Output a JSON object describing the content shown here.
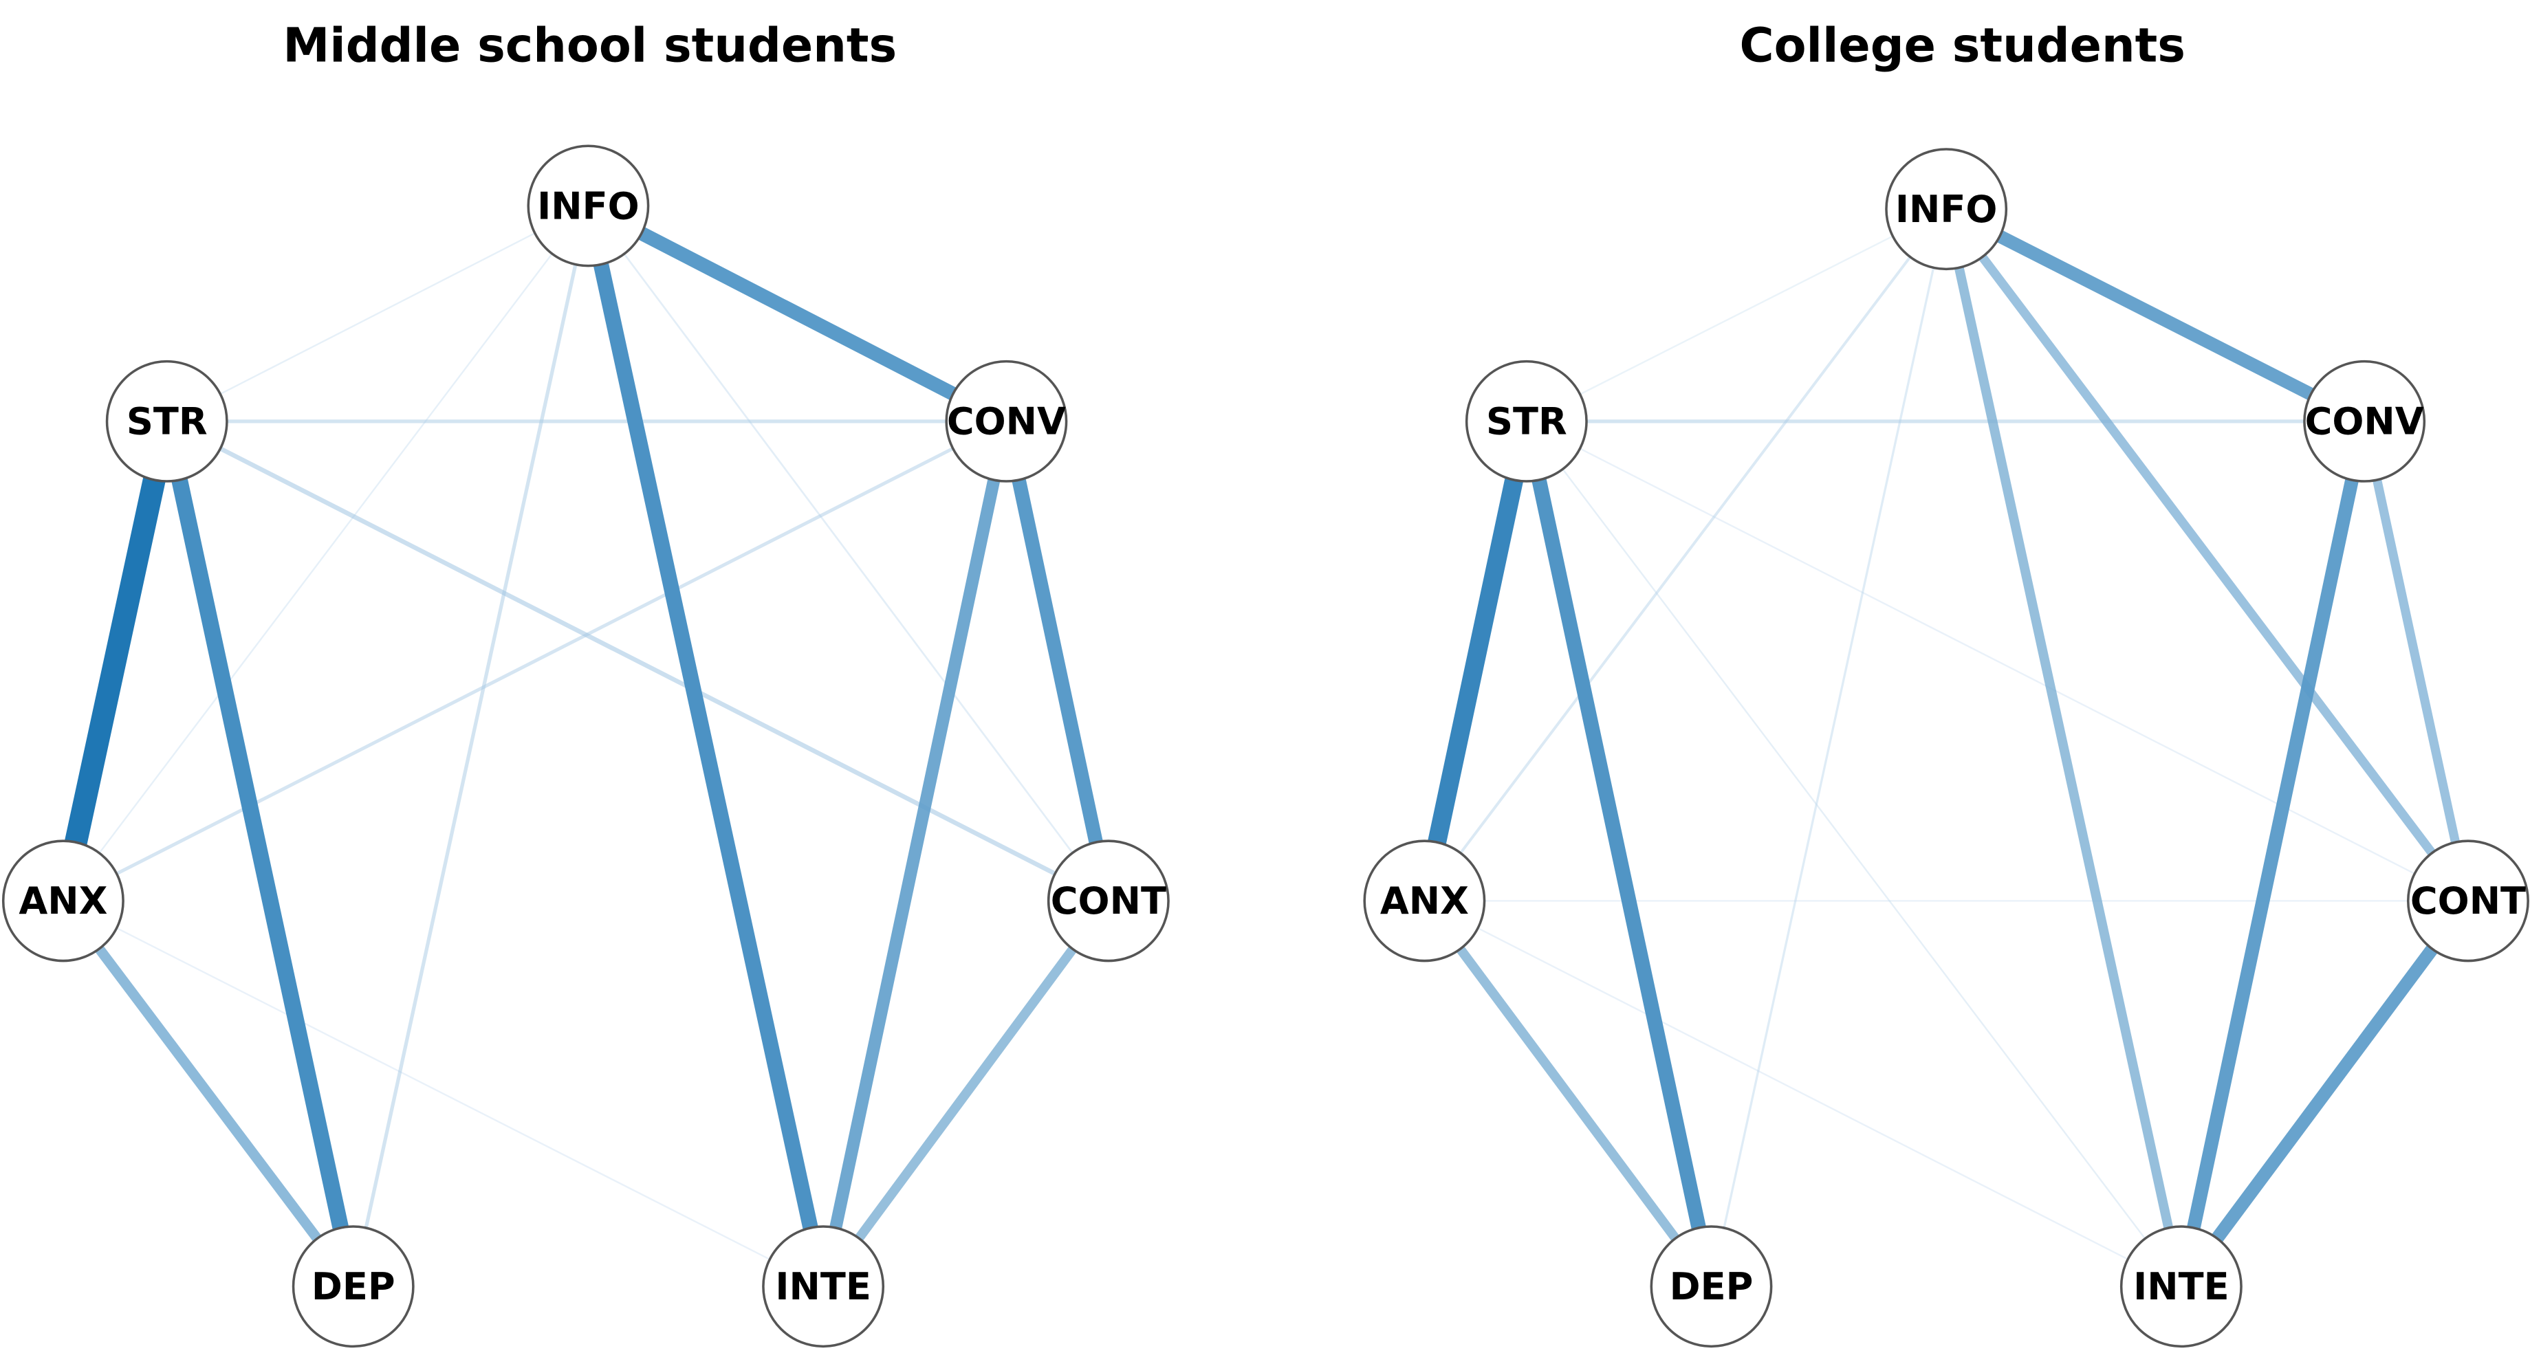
{
  "colors": {
    "edge_strong": "#1f77b4",
    "edge_weak": "#deebf7",
    "node_fill": "#ffffff",
    "node_stroke": "#555555"
  },
  "nodes": [
    "INFO",
    "STR",
    "CONV",
    "ANX",
    "CONT",
    "DEP",
    "INTE"
  ],
  "networks": [
    {
      "title": "Middle school students",
      "edges": [
        {
          "from": "STR",
          "to": "ANX",
          "weight": 1.0
        },
        {
          "from": "STR",
          "to": "DEP",
          "weight": 0.72
        },
        {
          "from": "INFO",
          "to": "INTE",
          "weight": 0.68
        },
        {
          "from": "INFO",
          "to": "CONV",
          "weight": 0.62
        },
        {
          "from": "CONV",
          "to": "CONT",
          "weight": 0.62
        },
        {
          "from": "CONV",
          "to": "INTE",
          "weight": 0.55
        },
        {
          "from": "ANX",
          "to": "DEP",
          "weight": 0.45
        },
        {
          "from": "CONT",
          "to": "INTE",
          "weight": 0.42
        },
        {
          "from": "STR",
          "to": "CONT",
          "weight": 0.2
        },
        {
          "from": "STR",
          "to": "CONV",
          "weight": 0.16
        },
        {
          "from": "INFO",
          "to": "DEP",
          "weight": 0.16
        },
        {
          "from": "ANX",
          "to": "CONV",
          "weight": 0.15
        },
        {
          "from": "INFO",
          "to": "STR",
          "weight": 0.06
        },
        {
          "from": "INFO",
          "to": "ANX",
          "weight": 0.06
        },
        {
          "from": "INFO",
          "to": "CONT",
          "weight": 0.08
        },
        {
          "from": "ANX",
          "to": "INTE",
          "weight": 0.05
        }
      ]
    },
    {
      "title": "College students",
      "edges": [
        {
          "from": "STR",
          "to": "ANX",
          "weight": 0.82
        },
        {
          "from": "STR",
          "to": "DEP",
          "weight": 0.65
        },
        {
          "from": "INFO",
          "to": "CONV",
          "weight": 0.58
        },
        {
          "from": "CONV",
          "to": "INTE",
          "weight": 0.6
        },
        {
          "from": "CONT",
          "to": "INTE",
          "weight": 0.58
        },
        {
          "from": "INFO",
          "to": "INTE",
          "weight": 0.42
        },
        {
          "from": "INFO",
          "to": "CONT",
          "weight": 0.4
        },
        {
          "from": "CONV",
          "to": "CONT",
          "weight": 0.4
        },
        {
          "from": "ANX",
          "to": "DEP",
          "weight": 0.42
        },
        {
          "from": "STR",
          "to": "CONV",
          "weight": 0.16
        },
        {
          "from": "ANX",
          "to": "INFO",
          "weight": 0.12
        },
        {
          "from": "INFO",
          "to": "DEP",
          "weight": 0.1
        },
        {
          "from": "STR",
          "to": "INTE",
          "weight": 0.07
        },
        {
          "from": "STR",
          "to": "CONT",
          "weight": 0.05
        },
        {
          "from": "ANX",
          "to": "CONT",
          "weight": 0.05
        },
        {
          "from": "ANX",
          "to": "INTE",
          "weight": 0.05
        },
        {
          "from": "INFO",
          "to": "STR",
          "weight": 0.04
        }
      ]
    }
  ]
}
